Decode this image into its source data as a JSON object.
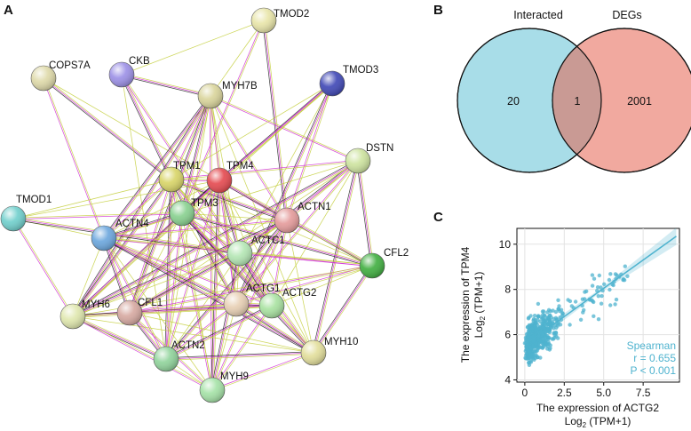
{
  "panels": {
    "a": {
      "letter": "A"
    },
    "b": {
      "letter": "B"
    },
    "c": {
      "letter": "C"
    }
  },
  "network": {
    "nodes": [
      {
        "id": "TMOD2",
        "label": "TMOD2",
        "color": "#e8e5a8"
      },
      {
        "id": "COPS7A",
        "label": "COPS7A",
        "color": "#ded9a8"
      },
      {
        "id": "CKB",
        "label": "CKB",
        "color": "#9b8fe6"
      },
      {
        "id": "MYH7B",
        "label": "MYH7B",
        "color": "#d9d49a"
      },
      {
        "id": "TMOD3",
        "label": "TMOD3",
        "color": "#3e46b5"
      },
      {
        "id": "DSTN",
        "label": "DSTN",
        "color": "#cde39e"
      },
      {
        "id": "TPM1",
        "label": "TPM1",
        "color": "#d8d466"
      },
      {
        "id": "TPM4",
        "label": "TPM4",
        "color": "#e4484e"
      },
      {
        "id": "TMOD1",
        "label": "TMOD1",
        "color": "#6fcfcc"
      },
      {
        "id": "TPM3",
        "label": "TPM3",
        "color": "#87d08e"
      },
      {
        "id": "ACTN1",
        "label": "ACTN1",
        "color": "#e49a9a"
      },
      {
        "id": "ACTN4",
        "label": "ACTN4",
        "color": "#6aa6dd"
      },
      {
        "id": "ACTC1",
        "label": "ACTC1",
        "color": "#b3e6b3"
      },
      {
        "id": "CFL2",
        "label": "CFL2",
        "color": "#3fae3f"
      },
      {
        "id": "ACTG1",
        "label": "ACTG1",
        "color": "#e7cfb3"
      },
      {
        "id": "ACTG2",
        "label": "ACTG2",
        "color": "#a8e2a0"
      },
      {
        "id": "MYH6",
        "label": "MYH6",
        "color": "#dfe7ad"
      },
      {
        "id": "CFL1",
        "label": "CFL1",
        "color": "#d6a8a0"
      },
      {
        "id": "MYH10",
        "label": "MYH10",
        "color": "#e2de9a"
      },
      {
        "id": "ACTN2",
        "label": "ACTN2",
        "color": "#8fd39a"
      },
      {
        "id": "MYH9",
        "label": "MYH9",
        "color": "#a4e2a6"
      }
    ],
    "edges": [
      [
        "TMOD2",
        "MYH7B"
      ],
      [
        "TMOD2",
        "ACTN1"
      ],
      [
        "TMOD2",
        "TPM3"
      ],
      [
        "TMOD2",
        "CKB"
      ],
      [
        "COPS7A",
        "TPM1"
      ],
      [
        "COPS7A",
        "ACTN4"
      ],
      [
        "COPS7A",
        "TPM4"
      ],
      [
        "CKB",
        "TPM1"
      ],
      [
        "CKB",
        "ACTC1"
      ],
      [
        "CKB",
        "ACTN2"
      ],
      [
        "CKB",
        "MYH7B"
      ],
      [
        "MYH7B",
        "TPM1"
      ],
      [
        "MYH7B",
        "TPM4"
      ],
      [
        "MYH7B",
        "TPM3"
      ],
      [
        "MYH7B",
        "ACTN1"
      ],
      [
        "MYH7B",
        "ACTC1"
      ],
      [
        "MYH7B",
        "MYH6"
      ],
      [
        "MYH7B",
        "ACTG1"
      ],
      [
        "MYH7B",
        "MYH10"
      ],
      [
        "MYH7B",
        "ACTN4"
      ],
      [
        "MYH7B",
        "MYH9"
      ],
      [
        "MYH7B",
        "ACTN2"
      ],
      [
        "MYH7B",
        "CFL1"
      ],
      [
        "MYH7B",
        "DSTN"
      ],
      [
        "TMOD3",
        "TPM1"
      ],
      [
        "TMOD3",
        "TPM4"
      ],
      [
        "TMOD3",
        "TPM3"
      ],
      [
        "TMOD3",
        "ACTC1"
      ],
      [
        "TMOD3",
        "ACTG1"
      ],
      [
        "TMOD3",
        "ACTN1"
      ],
      [
        "TMOD3",
        "MYH6"
      ],
      [
        "DSTN",
        "ACTC1"
      ],
      [
        "DSTN",
        "ACTG1"
      ],
      [
        "DSTN",
        "ACTG2"
      ],
      [
        "DSTN",
        "CFL2"
      ],
      [
        "DSTN",
        "TPM1"
      ],
      [
        "DSTN",
        "ACTN4"
      ],
      [
        "DSTN",
        "MYH6"
      ],
      [
        "DSTN",
        "ACTN1"
      ],
      [
        "DSTN",
        "CFL1"
      ],
      [
        "DSTN",
        "MYH10"
      ],
      [
        "TPM1",
        "TPM4"
      ],
      [
        "TPM1",
        "TPM3"
      ],
      [
        "TPM1",
        "ACTN1"
      ],
      [
        "TPM1",
        "ACTN4"
      ],
      [
        "TPM1",
        "ACTC1"
      ],
      [
        "TPM1",
        "ACTG1"
      ],
      [
        "TPM1",
        "ACTG2"
      ],
      [
        "TPM1",
        "CFL2"
      ],
      [
        "TPM1",
        "MYH6"
      ],
      [
        "TPM1",
        "CFL1"
      ],
      [
        "TPM1",
        "MYH10"
      ],
      [
        "TPM1",
        "ACTN2"
      ],
      [
        "TPM1",
        "MYH9"
      ],
      [
        "TPM1",
        "TMOD1"
      ],
      [
        "TPM4",
        "TPM3"
      ],
      [
        "TPM4",
        "ACTN1"
      ],
      [
        "TPM4",
        "ACTN4"
      ],
      [
        "TPM4",
        "ACTC1"
      ],
      [
        "TPM4",
        "ACTG1"
      ],
      [
        "TPM4",
        "ACTG2"
      ],
      [
        "TPM4",
        "MYH6"
      ],
      [
        "TPM4",
        "CFL1"
      ],
      [
        "TPM4",
        "MYH10"
      ],
      [
        "TPM4",
        "MYH9"
      ],
      [
        "TPM4",
        "ACTN2"
      ],
      [
        "TPM4",
        "TMOD1"
      ],
      [
        "TPM4",
        "CFL2"
      ],
      [
        "TMOD1",
        "TPM3"
      ],
      [
        "TMOD1",
        "ACTN4"
      ],
      [
        "TMOD1",
        "ACTC1"
      ],
      [
        "TMOD1",
        "MYH6"
      ],
      [
        "TPM3",
        "ACTN1"
      ],
      [
        "TPM3",
        "ACTN4"
      ],
      [
        "TPM3",
        "ACTC1"
      ],
      [
        "TPM3",
        "ACTG1"
      ],
      [
        "TPM3",
        "ACTG2"
      ],
      [
        "TPM3",
        "MYH6"
      ],
      [
        "TPM3",
        "CFL1"
      ],
      [
        "TPM3",
        "MYH10"
      ],
      [
        "TPM3",
        "ACTN2"
      ],
      [
        "TPM3",
        "MYH9"
      ],
      [
        "TPM3",
        "CFL2"
      ],
      [
        "ACTN1",
        "ACTN4"
      ],
      [
        "ACTN1",
        "ACTC1"
      ],
      [
        "ACTN1",
        "ACTG1"
      ],
      [
        "ACTN1",
        "ACTG2"
      ],
      [
        "ACTN1",
        "CFL2"
      ],
      [
        "ACTN1",
        "MYH6"
      ],
      [
        "ACTN1",
        "CFL1"
      ],
      [
        "ACTN1",
        "MYH10"
      ],
      [
        "ACTN1",
        "ACTN2"
      ],
      [
        "ACTN1",
        "MYH9"
      ],
      [
        "ACTN4",
        "ACTC1"
      ],
      [
        "ACTN4",
        "ACTG1"
      ],
      [
        "ACTN4",
        "ACTG2"
      ],
      [
        "ACTN4",
        "MYH6"
      ],
      [
        "ACTN4",
        "CFL1"
      ],
      [
        "ACTN4",
        "ACTN2"
      ],
      [
        "ACTN4",
        "MYH9"
      ],
      [
        "ACTN4",
        "MYH10"
      ],
      [
        "ACTN4",
        "CFL2"
      ],
      [
        "ACTC1",
        "ACTG1"
      ],
      [
        "ACTC1",
        "ACTG2"
      ],
      [
        "ACTC1",
        "CFL2"
      ],
      [
        "ACTC1",
        "MYH6"
      ],
      [
        "ACTC1",
        "CFL1"
      ],
      [
        "ACTC1",
        "MYH10"
      ],
      [
        "ACTC1",
        "ACTN2"
      ],
      [
        "ACTC1",
        "MYH9"
      ],
      [
        "CFL2",
        "ACTG1"
      ],
      [
        "CFL2",
        "ACTG2"
      ],
      [
        "CFL2",
        "MYH10"
      ],
      [
        "CFL2",
        "CFL1"
      ],
      [
        "CFL2",
        "MYH6"
      ],
      [
        "ACTG1",
        "ACTG2"
      ],
      [
        "ACTG1",
        "MYH6"
      ],
      [
        "ACTG1",
        "CFL1"
      ],
      [
        "ACTG1",
        "MYH10"
      ],
      [
        "ACTG1",
        "ACTN2"
      ],
      [
        "ACTG1",
        "MYH9"
      ],
      [
        "ACTG2",
        "MYH6"
      ],
      [
        "ACTG2",
        "CFL1"
      ],
      [
        "ACTG2",
        "MYH10"
      ],
      [
        "ACTG2",
        "ACTN2"
      ],
      [
        "ACTG2",
        "MYH9"
      ],
      [
        "MYH6",
        "CFL1"
      ],
      [
        "MYH6",
        "ACTN2"
      ],
      [
        "MYH6",
        "MYH9"
      ],
      [
        "MYH6",
        "MYH10"
      ],
      [
        "CFL1",
        "ACTN2"
      ],
      [
        "CFL1",
        "MYH9"
      ],
      [
        "CFL1",
        "MYH10"
      ],
      [
        "MYH10",
        "ACTN2"
      ],
      [
        "MYH10",
        "MYH9"
      ],
      [
        "ACTN2",
        "MYH9"
      ]
    ]
  },
  "venn": {
    "left_label": "Interacted",
    "right_label": "DEGs",
    "left_only": "20",
    "overlap": "1",
    "right_only": "2001",
    "left_color": "#a8dde8",
    "right_color": "#f1a99f",
    "overlap_color": "#c99a94"
  },
  "chart_data": {
    "type": "scatter",
    "xlabel_line1": "The expression of ACTG2",
    "xlabel_line2_prefix": "Log",
    "xlabel_line2_sub": "2",
    "xlabel_line2_suffix": " (TPM+1)",
    "ylabel_line1": "The expression of TPM4",
    "ylabel_line2_prefix": "Log",
    "ylabel_line2_sub": "2",
    "ylabel_line2_suffix": " (TPM+1)",
    "xlim": [
      -0.5,
      9.8
    ],
    "ylim": [
      3.9,
      10.7
    ],
    "x_ticks": [
      0,
      2.5,
      5.0,
      7.5
    ],
    "x_tick_labels": [
      "0",
      "2.5",
      "5.0",
      "7.5"
    ],
    "y_ticks": [
      4,
      6,
      8,
      10
    ],
    "y_tick_labels": [
      "4",
      "6",
      "8",
      "10"
    ],
    "grid": true,
    "point_color": "#4fb3cf",
    "fit": {
      "x0": 0.0,
      "y0": 5.55,
      "x1": 9.6,
      "y1": 10.35
    },
    "stats": {
      "method": "Spearman",
      "r": "r = 0.655",
      "p": "P < 0.001"
    }
  }
}
